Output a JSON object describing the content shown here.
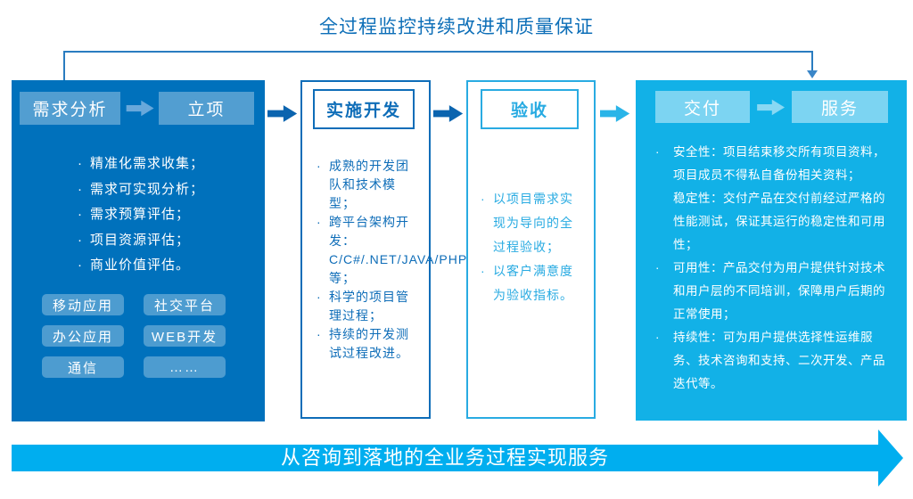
{
  "title": "全过程监控持续改进和质量保证",
  "bottom_banner": "从咨询到落地的全业务过程实现服务",
  "colors": {
    "primary_blue": "#0071bc",
    "dark_blue_border": "#0e6db8",
    "cyan_panel": "#12b1e7",
    "cyan_border": "#29abe2",
    "banner_cyan": "#00aeef"
  },
  "stage1": {
    "tab1": "需求分析",
    "tab2": "立项",
    "bullets": [
      "精准化需求收集；",
      "需求可实现分析；",
      "需求预算评估；",
      "项目资源评估；",
      "商业价值评估。"
    ],
    "tags": [
      "移动应用",
      "社交平台",
      "办公应用",
      "WEB开发",
      "通信",
      "……"
    ]
  },
  "stage2": {
    "header": "实施开发",
    "bullets": [
      "成熟的开发团队和技术模型；",
      "跨平台架构开发：C/C#/.NET/JAVA/PHP/JSP/IOS/Android等；",
      "科学的项目管理过程；",
      "持续的开发测试过程改进。"
    ]
  },
  "stage3": {
    "header": "验收",
    "bullets": [
      "以项目需求实现为导向的全过程验收；",
      "以客户满意度为验收指标。"
    ]
  },
  "stage4": {
    "tab1": "交付",
    "tab2": "服务",
    "bullets": [
      {
        "text": "安全性：项目结束移交所有项目资料，项目成员不得私自备份相关资料；",
        "bullet": true
      },
      {
        "text": "稳定性：交付产品在交付前经过严格的性能测试，保证其运行的稳定性和可用性；",
        "bullet": false
      },
      {
        "text": "可用性：产品交付为用户提供针对技术和用户层的不同培训，保障用户后期的正常使用；",
        "bullet": true
      },
      {
        "text": "持续性：可为用户提供选择性运维服务、技术咨询和支持、二次开发、产品迭代等。",
        "bullet": true
      }
    ]
  }
}
